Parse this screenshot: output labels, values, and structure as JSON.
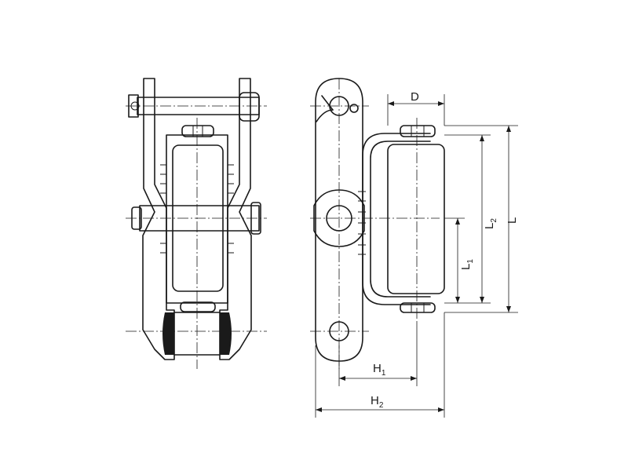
{
  "labels": {
    "D": "D",
    "H1": "H",
    "H1_sub": "1",
    "H2": "H",
    "H2_sub": "2",
    "L": "L",
    "L1": "L",
    "L1_sub": "1",
    "L2": "L",
    "L2_sub": "2"
  }
}
